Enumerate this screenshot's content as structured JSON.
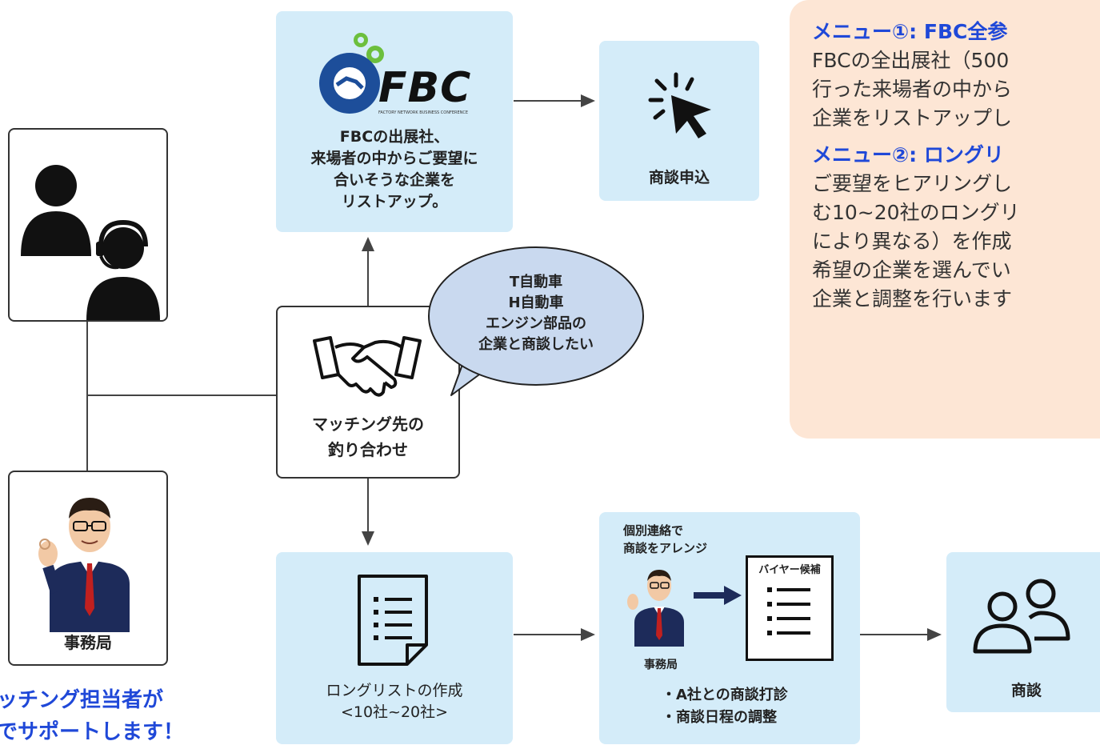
{
  "fbc_box": {
    "logo_text": "FBC",
    "logo_subtext": "FACTORY NETWORK BUSINESS CONFERENCE",
    "lines": [
      "FBCの出展社、",
      "来場者の中からご要望に",
      "合いそうな企業を",
      "リストアップ。"
    ]
  },
  "negotiation_request": {
    "label": "商談申込"
  },
  "matching_box": {
    "lines": [
      "マッチング先の",
      "釣り合わせ"
    ]
  },
  "speech_bubble": {
    "lines": [
      "T自動車",
      "H自動車",
      "エンジン部品の",
      "企業と商談したい"
    ]
  },
  "secretariat": {
    "label": "事務局"
  },
  "longlist_box": {
    "lines": [
      "ロングリストの作成",
      "<10社~20社>"
    ]
  },
  "arrange_box": {
    "top_lines": [
      "個別連絡で",
      "商談をアレンジ"
    ],
    "doc_header": "バイヤー候補",
    "person_label": "事務局",
    "bottom_lines": [
      "・A社との商談打診",
      "・商談日程の調整"
    ]
  },
  "negotiation_box": {
    "label": "商談"
  },
  "side_panel": {
    "menu1_title": "メニュー①: FBC全参",
    "menu1_body": "FBCの全出展社（500\n行った来場者の中から\n企業をリストアップし",
    "menu2_title": "メニュー②: ロングリ",
    "menu2_body": "ご要望をヒアリングし\nむ10~20社のロングリ\nにより異なる）を作成\n希望の企業を選んでい\n企業と調整を行います"
  },
  "bottom_caption": {
    "line1": "ッチング担当者が",
    "line2": "でサポートします！"
  },
  "colors": {
    "light_box": "#d4ecf9",
    "panel": "#fde6d5",
    "accent_blue": "#1f48d8",
    "bubble": "#c9d9ef"
  }
}
